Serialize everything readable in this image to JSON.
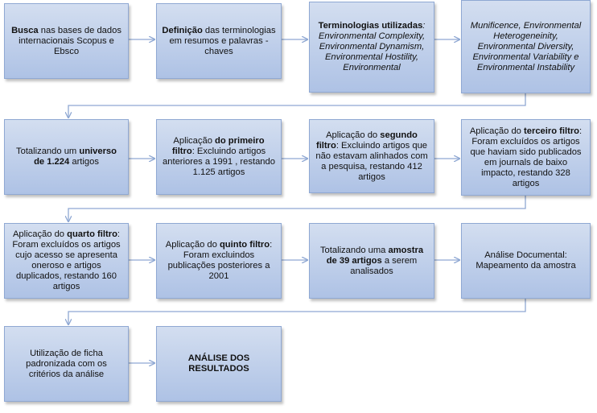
{
  "colors": {
    "box_fill_top": "#d3def0",
    "box_fill_bottom": "#aec2e5",
    "border": "#8fa8d3",
    "arrow": "#8fa8d3"
  },
  "diagram": {
    "rows": [
      [
        {
          "id": "b1",
          "parts": [
            {
              "text": "Busca",
              "bold": true
            },
            {
              "text": " nas bases de dados internacionais  Scopus e Ebsco"
            }
          ]
        },
        {
          "id": "b2",
          "parts": [
            {
              "text": "Definição",
              "bold": true
            },
            {
              "text": " das terminologias em resumos e palavras - chaves"
            }
          ]
        },
        {
          "id": "b3",
          "parts": [
            {
              "text": "Terminologias utilizadas",
              "bold": true
            },
            {
              "text": ": Environmental Complexity, Environmental Dynamism, Environmental Hostility, Environmental",
              "italic": true
            }
          ]
        },
        {
          "id": "b4",
          "parts": [
            {
              "text": "Munificence, Environmental Heterogeneinity, Environmental Diversity, Environmental Variability e Environmental Instability",
              "italic": true
            }
          ]
        }
      ],
      [
        {
          "id": "b5",
          "parts": [
            {
              "text": "Totalizando  um "
            },
            {
              "text": "universo de 1.224",
              "bold": true
            },
            {
              "text": " artigos"
            }
          ]
        },
        {
          "id": "b6",
          "parts": [
            {
              "text": "Aplicação "
            },
            {
              "text": "do primeiro filtro",
              "bold": true
            },
            {
              "text": ": Excluindo artigos anteriores a 1991 , restando 1.125 artigos"
            }
          ]
        },
        {
          "id": "b7",
          "parts": [
            {
              "text": "Aplicação do "
            },
            {
              "text": "segundo filtro",
              "bold": true
            },
            {
              "text": ": Excluindo artigos que não estavam alinhados com a pesquisa, restando  412 artigos"
            }
          ]
        },
        {
          "id": "b8",
          "parts": [
            {
              "text": "Aplicação do "
            },
            {
              "text": "terceiro filtro",
              "bold": true
            },
            {
              "text": ": Foram excluídos os artigos que haviam sido publicados em journals de baixo impacto,  restando  328 artigos"
            }
          ]
        }
      ],
      [
        {
          "id": "b9",
          "parts": [
            {
              "text": "Aplicação do "
            },
            {
              "text": "quarto filtro",
              "bold": true
            },
            {
              "text": ": Foram excluídos os artigos cujo acesso se apresenta oneroso e artigos duplicados, restando  160 artigos"
            }
          ]
        },
        {
          "id": "b10",
          "parts": [
            {
              "text": "Aplicação do "
            },
            {
              "text": "quinto filtro",
              "bold": true
            },
            {
              "text": ": Foram excluindos publicações posteriores a 2001"
            }
          ]
        },
        {
          "id": "b11",
          "parts": [
            {
              "text": "Totalizando uma "
            },
            {
              "text": "amostra de 39 artigos",
              "bold": true
            },
            {
              "text": " a serem analisados"
            }
          ]
        },
        {
          "id": "b12",
          "parts": [
            {
              "text": "Análise Documental: Mapeamento da amostra"
            }
          ]
        }
      ],
      [
        {
          "id": "b13",
          "parts": [
            {
              "text": "Utilização  de ficha padronizada com os critérios da análise"
            }
          ]
        },
        {
          "id": "b14",
          "parts": [
            {
              "text": "ANÁLISE DOS RESULTADOS",
              "bold": true
            }
          ]
        }
      ]
    ]
  }
}
